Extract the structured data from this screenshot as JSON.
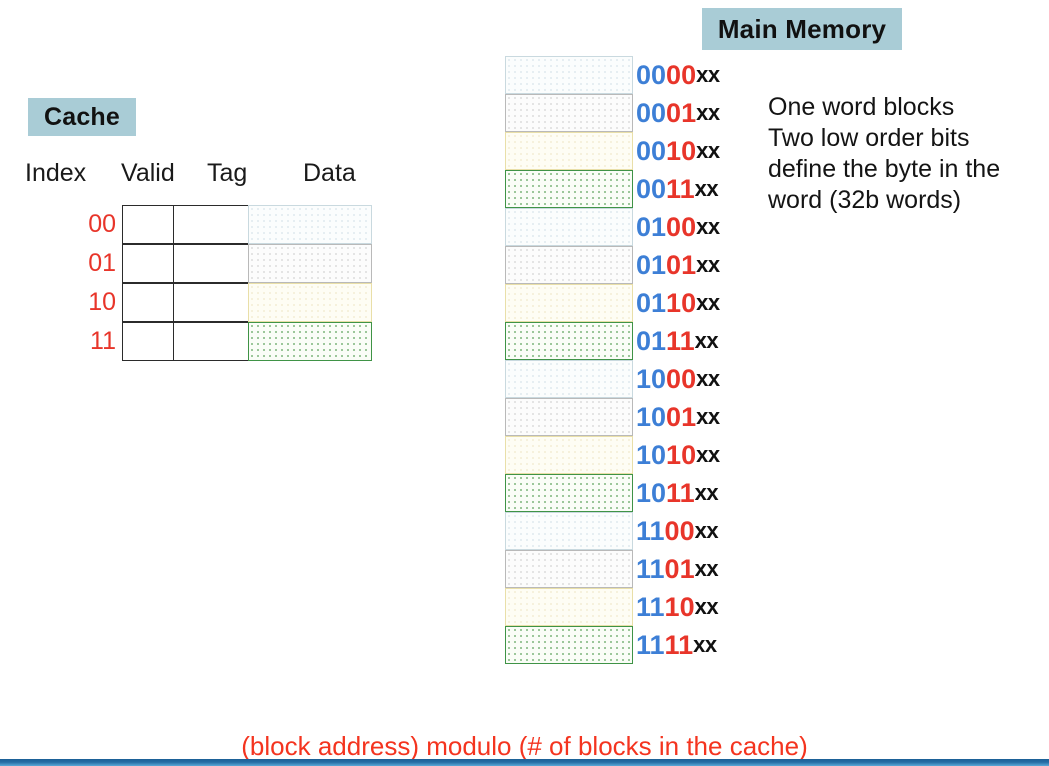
{
  "cache": {
    "title": "Cache",
    "headers": {
      "index": "Index",
      "valid": "Valid",
      "tag": "Tag",
      "data": "Data"
    },
    "tag_color": "#4a86e8",
    "index_color": "#e8352a",
    "rows": [
      {
        "index": "00",
        "valid": "",
        "tag": "",
        "data_fill": "fill-a"
      },
      {
        "index": "01",
        "valid": "",
        "tag": "",
        "data_fill": "fill-b"
      },
      {
        "index": "10",
        "valid": "",
        "tag": "",
        "data_fill": "fill-c"
      },
      {
        "index": "11",
        "valid": "",
        "tag": "",
        "data_fill": "fill-d"
      }
    ]
  },
  "main_memory": {
    "title": "Main Memory",
    "note_lines": [
      "One word blocks",
      "Two low order bits",
      "define the byte in the",
      "word (32b words)"
    ],
    "high_bits_color": "#3d7fd6",
    "low_bits_color": "#e8352a",
    "blocks": [
      {
        "hi": "00",
        "lo": "00",
        "suffix": "xx",
        "fill": "fill-a"
      },
      {
        "hi": "00",
        "lo": "01",
        "suffix": "xx",
        "fill": "fill-b"
      },
      {
        "hi": "00",
        "lo": "10",
        "suffix": "xx",
        "fill": "fill-c"
      },
      {
        "hi": "00",
        "lo": "11",
        "suffix": "xx",
        "fill": "fill-d"
      },
      {
        "hi": "01",
        "lo": "00",
        "suffix": "xx",
        "fill": "fill-a"
      },
      {
        "hi": "01",
        "lo": "01",
        "suffix": "xx",
        "fill": "fill-b"
      },
      {
        "hi": "01",
        "lo": "10",
        "suffix": "xx",
        "fill": "fill-c"
      },
      {
        "hi": "01",
        "lo": "11",
        "suffix": "xx",
        "fill": "fill-d"
      },
      {
        "hi": "10",
        "lo": "00",
        "suffix": "xx",
        "fill": "fill-a"
      },
      {
        "hi": "10",
        "lo": "01",
        "suffix": "xx",
        "fill": "fill-b"
      },
      {
        "hi": "10",
        "lo": "10",
        "suffix": "xx",
        "fill": "fill-c"
      },
      {
        "hi": "10",
        "lo": "11",
        "suffix": "xx",
        "fill": "fill-d"
      },
      {
        "hi": "11",
        "lo": "00",
        "suffix": "xx",
        "fill": "fill-a"
      },
      {
        "hi": "11",
        "lo": "01",
        "suffix": "xx",
        "fill": "fill-b"
      },
      {
        "hi": "11",
        "lo": "10",
        "suffix": "xx",
        "fill": "fill-c"
      },
      {
        "hi": "11",
        "lo": "11",
        "suffix": "xx",
        "fill": "fill-d"
      }
    ]
  },
  "caption": "(block address) modulo (# of blocks in the cache)",
  "caption_color": "#f4341f",
  "badge_color": "#a9ccd6",
  "bottom_bar_color": "#1c5f96"
}
